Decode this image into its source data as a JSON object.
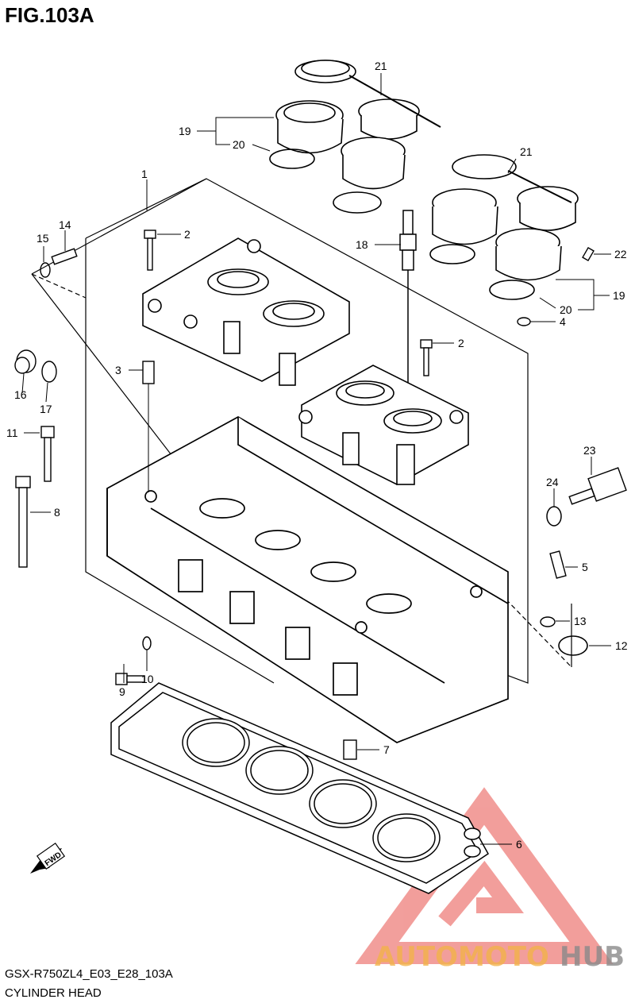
{
  "figure": {
    "title": "FIG.103A",
    "model_code": "GSX-R750ZL4_E03_E28_103A",
    "section_name": "CYLINDER HEAD"
  },
  "callouts": [
    "1",
    "2",
    "2",
    "3",
    "4",
    "5",
    "6",
    "7",
    "8",
    "9",
    "10",
    "11",
    "12",
    "13",
    "14",
    "15",
    "16",
    "17",
    "18",
    "19",
    "19",
    "20",
    "20",
    "21",
    "21",
    "22",
    "23",
    "24"
  ],
  "direction_arrow": "FWD",
  "watermark": {
    "text_a": "AUTOMOTO",
    "text_b": "HUB",
    "color_a": "#f2b24a",
    "color_b": "#8a8a8a",
    "logo_color": "#e8504a"
  }
}
